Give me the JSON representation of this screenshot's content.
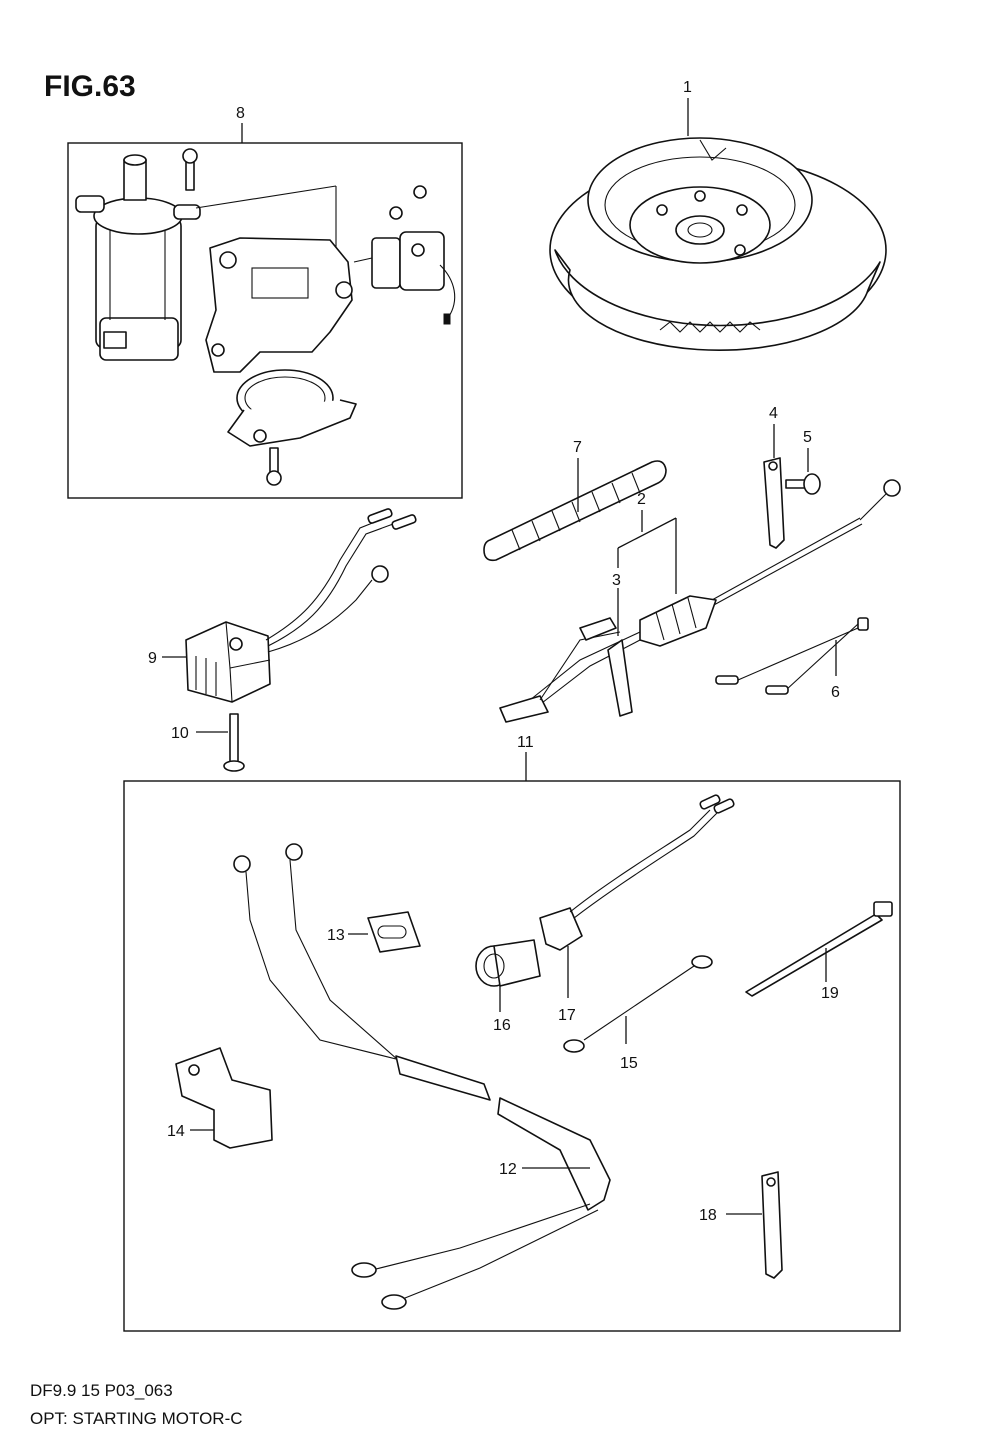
{
  "figure": {
    "title": "FIG.63",
    "model_code": "DF9.9 15 P03_063",
    "caption": "OPT: STARTING MOTOR-C"
  },
  "callouts": {
    "c1": "1",
    "c2": "2",
    "c3": "3",
    "c4": "4",
    "c5": "5",
    "c6": "6",
    "c7": "7",
    "c8": "8",
    "c9": "9",
    "c10": "10",
    "c11": "11",
    "c12": "12",
    "c13": "13",
    "c14": "14",
    "c15": "15",
    "c16": "16",
    "c17": "17",
    "c18": "18",
    "c19": "19"
  }
}
